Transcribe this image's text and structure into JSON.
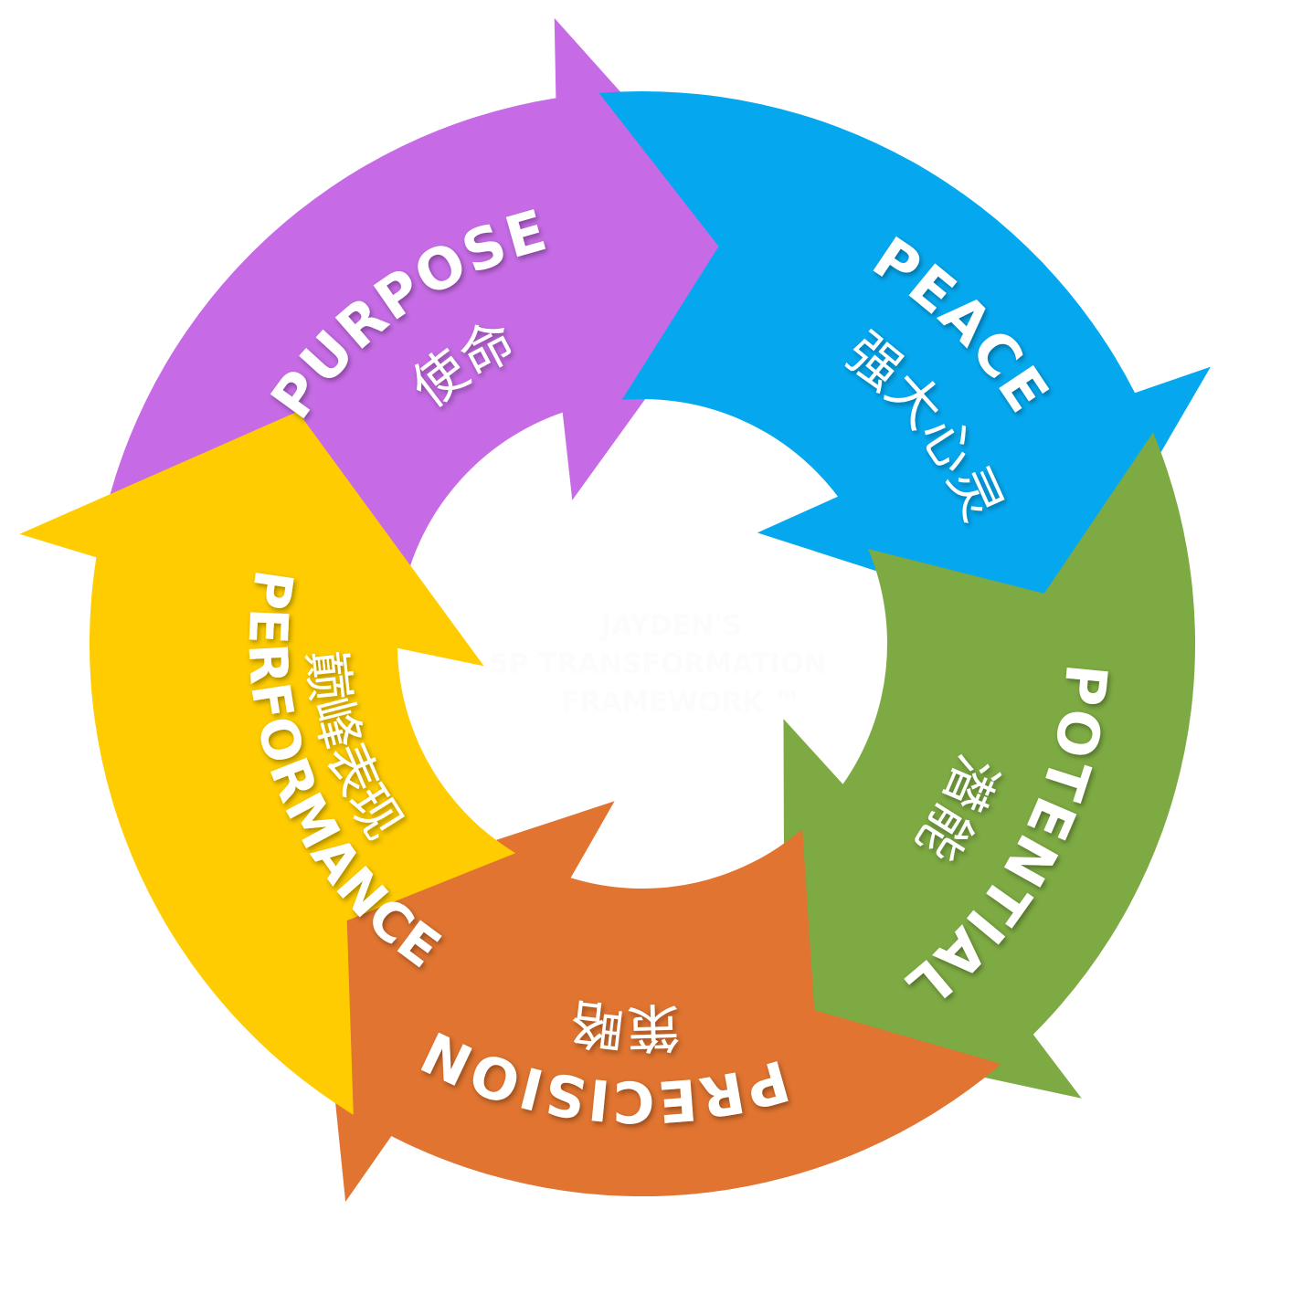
{
  "title": "Jayden's 5P Transformation Framework",
  "center": {
    "lines": [
      "JAYDEN'S",
      "5P TRANSFORMATION",
      "FRAMEWORK ™"
    ]
  },
  "segments": [
    {
      "id": "purpose",
      "label": "PURPOSE",
      "label_zh": "使命",
      "color": "#c66be5"
    },
    {
      "id": "peace",
      "label": "PEACE",
      "label_zh": "强大心灵",
      "color": "#05a8ef"
    },
    {
      "id": "potential",
      "label": "POTENTIAL",
      "label_zh": "潜能",
      "color": "#7daa43"
    },
    {
      "id": "precision",
      "label": "PRECISION",
      "label_zh": "策略",
      "color": "#e07430"
    },
    {
      "id": "performance",
      "label": "PERFORMANCE",
      "label_zh": "巅峰表现",
      "color": "#fecc00"
    }
  ],
  "flow_direction": "clockwise"
}
